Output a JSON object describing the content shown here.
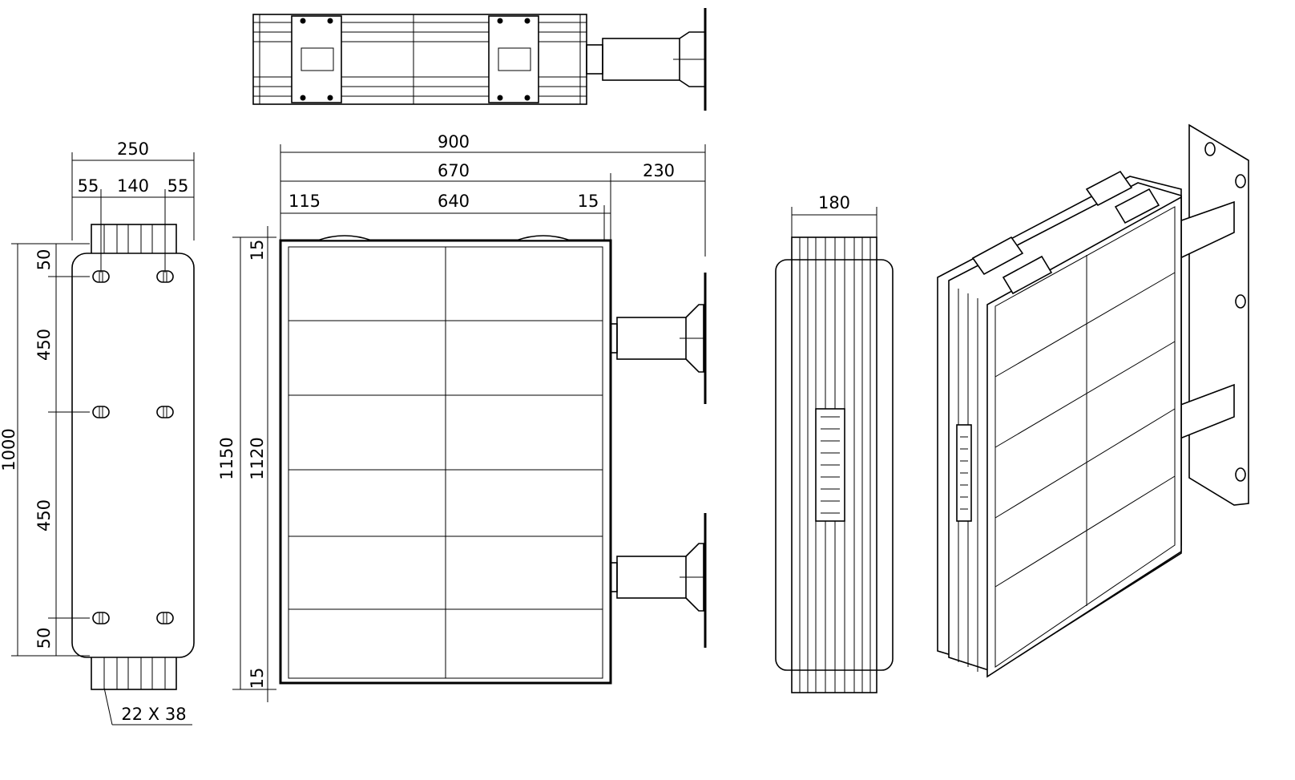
{
  "drawing": {
    "colors": {
      "line": "#000000",
      "background": "#ffffff"
    },
    "side_view": {
      "dims": {
        "total_width": "250",
        "left_margin": "55",
        "center": "140",
        "right_margin": "55",
        "height": "1000",
        "top_offset": "50",
        "upper_span": "450",
        "lower_span": "450",
        "bottom_offset": "50",
        "slot_size": "22 X 38"
      }
    },
    "front_view": {
      "dims": {
        "overall": "900",
        "body": "670",
        "bracket": "230",
        "left": "115",
        "middle": "640",
        "right": "15",
        "outer_height": "1150",
        "inner_height": "1120",
        "top_frame": "15",
        "bottom_frame": "15"
      }
    },
    "edge_view": {
      "dims": {
        "depth": "180"
      }
    }
  }
}
